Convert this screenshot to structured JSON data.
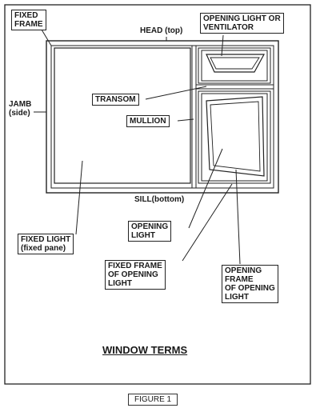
{
  "labels": {
    "fixed_frame": [
      "FIXED",
      "FRAME"
    ],
    "head": "HEAD (top)",
    "opening_light_vent": [
      "OPENING LIGHT OR",
      "VENTILATOR"
    ],
    "jamb": [
      "JAMB",
      "(side)"
    ],
    "transom": "TRANSOM",
    "mullion": "MULLION",
    "sill": "SILL(bottom)",
    "opening_light": [
      "OPENING",
      "LIGHT"
    ],
    "fixed_light": [
      "FIXED LIGHT",
      "(fixed pane)"
    ],
    "fixed_frame_opening": [
      "FIXED FRAME",
      "OF OPENING",
      "LIGHT"
    ],
    "opening_frame_opening": [
      "OPENING",
      "FRAME",
      "OF OPENING",
      "LIGHT"
    ]
  },
  "title": "WINDOW TERMS",
  "caption": "FIGURE 1",
  "colors": {
    "ink": "#1a1a1a",
    "paper": "#ffffff"
  }
}
